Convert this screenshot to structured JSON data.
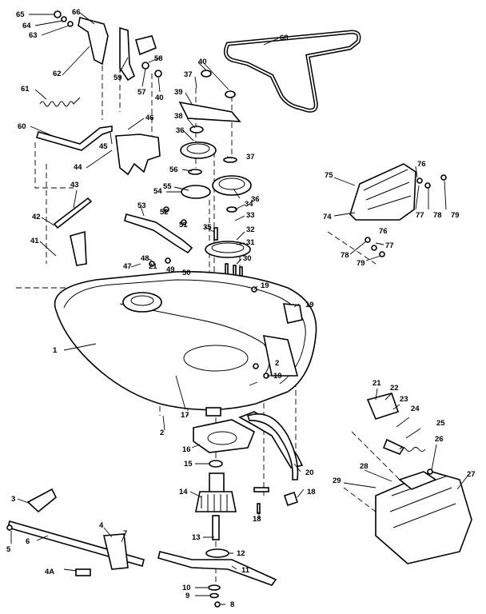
{
  "diagram": {
    "callouts": [
      {
        "id": "65",
        "text": "65"
      },
      {
        "id": "64",
        "text": "64"
      },
      {
        "id": "63",
        "text": "63"
      },
      {
        "id": "66",
        "text": "66"
      },
      {
        "id": "62",
        "text": "62"
      },
      {
        "id": "59",
        "text": "59"
      },
      {
        "id": "58",
        "text": "58"
      },
      {
        "id": "57",
        "text": "57"
      },
      {
        "id": "40a",
        "text": "40"
      },
      {
        "id": "61",
        "text": "61"
      },
      {
        "id": "60",
        "text": "60"
      },
      {
        "id": "46",
        "text": "46"
      },
      {
        "id": "45",
        "text": "45"
      },
      {
        "id": "44",
        "text": "44"
      },
      {
        "id": "43",
        "text": "43"
      },
      {
        "id": "42",
        "text": "42"
      },
      {
        "id": "41",
        "text": "41"
      },
      {
        "id": "40b",
        "text": "40"
      },
      {
        "id": "37a",
        "text": "37"
      },
      {
        "id": "39",
        "text": "39"
      },
      {
        "id": "38",
        "text": "38"
      },
      {
        "id": "36a",
        "text": "36"
      },
      {
        "id": "37b",
        "text": "37"
      },
      {
        "id": "56",
        "text": "56"
      },
      {
        "id": "55",
        "text": "55"
      },
      {
        "id": "54",
        "text": "54"
      },
      {
        "id": "36b",
        "text": "36"
      },
      {
        "id": "53",
        "text": "53"
      },
      {
        "id": "52",
        "text": "52"
      },
      {
        "id": "51",
        "text": "51"
      },
      {
        "id": "34",
        "text": "34"
      },
      {
        "id": "33",
        "text": "33"
      },
      {
        "id": "35",
        "text": "35"
      },
      {
        "id": "32",
        "text": "32"
      },
      {
        "id": "31",
        "text": "31"
      },
      {
        "id": "30",
        "text": "30"
      },
      {
        "id": "47",
        "text": "47"
      },
      {
        "id": "48",
        "text": "48"
      },
      {
        "id": "21a",
        "text": "21"
      },
      {
        "id": "49",
        "text": "49"
      },
      {
        "id": "50",
        "text": "50"
      },
      {
        "id": "19a",
        "text": "19"
      },
      {
        "id": "19b",
        "text": "19"
      },
      {
        "id": "19c",
        "text": "19"
      },
      {
        "id": "1",
        "text": "1"
      },
      {
        "id": "2a",
        "text": "2"
      },
      {
        "id": "17",
        "text": "17"
      },
      {
        "id": "2b",
        "text": "2"
      },
      {
        "id": "16",
        "text": "16"
      },
      {
        "id": "15",
        "text": "15"
      },
      {
        "id": "14",
        "text": "14"
      },
      {
        "id": "13",
        "text": "13"
      },
      {
        "id": "12",
        "text": "12"
      },
      {
        "id": "11",
        "text": "11"
      },
      {
        "id": "10",
        "text": "10"
      },
      {
        "id": "9",
        "text": "9"
      },
      {
        "id": "8",
        "text": "8"
      },
      {
        "id": "18a",
        "text": "18"
      },
      {
        "id": "18b",
        "text": "18"
      },
      {
        "id": "20",
        "text": "20"
      },
      {
        "id": "3",
        "text": "3"
      },
      {
        "id": "5",
        "text": "5"
      },
      {
        "id": "6",
        "text": "6"
      },
      {
        "id": "4",
        "text": "4"
      },
      {
        "id": "7",
        "text": "7"
      },
      {
        "id": "4A",
        "text": "4A"
      },
      {
        "id": "68",
        "text": "68"
      },
      {
        "id": "75",
        "text": "75"
      },
      {
        "id": "76a",
        "text": "76"
      },
      {
        "id": "74",
        "text": "74"
      },
      {
        "id": "77a",
        "text": "77"
      },
      {
        "id": "78a",
        "text": "78"
      },
      {
        "id": "79a",
        "text": "79"
      },
      {
        "id": "76b",
        "text": "76"
      },
      {
        "id": "77b",
        "text": "77"
      },
      {
        "id": "78b",
        "text": "78"
      },
      {
        "id": "79b",
        "text": "79"
      },
      {
        "id": "21b",
        "text": "21"
      },
      {
        "id": "22",
        "text": "22"
      },
      {
        "id": "23",
        "text": "23"
      },
      {
        "id": "24",
        "text": "24"
      },
      {
        "id": "25",
        "text": "25"
      },
      {
        "id": "26",
        "text": "26"
      },
      {
        "id": "28",
        "text": "28"
      },
      {
        "id": "29",
        "text": "29"
      },
      {
        "id": "27",
        "text": "27"
      }
    ]
  }
}
